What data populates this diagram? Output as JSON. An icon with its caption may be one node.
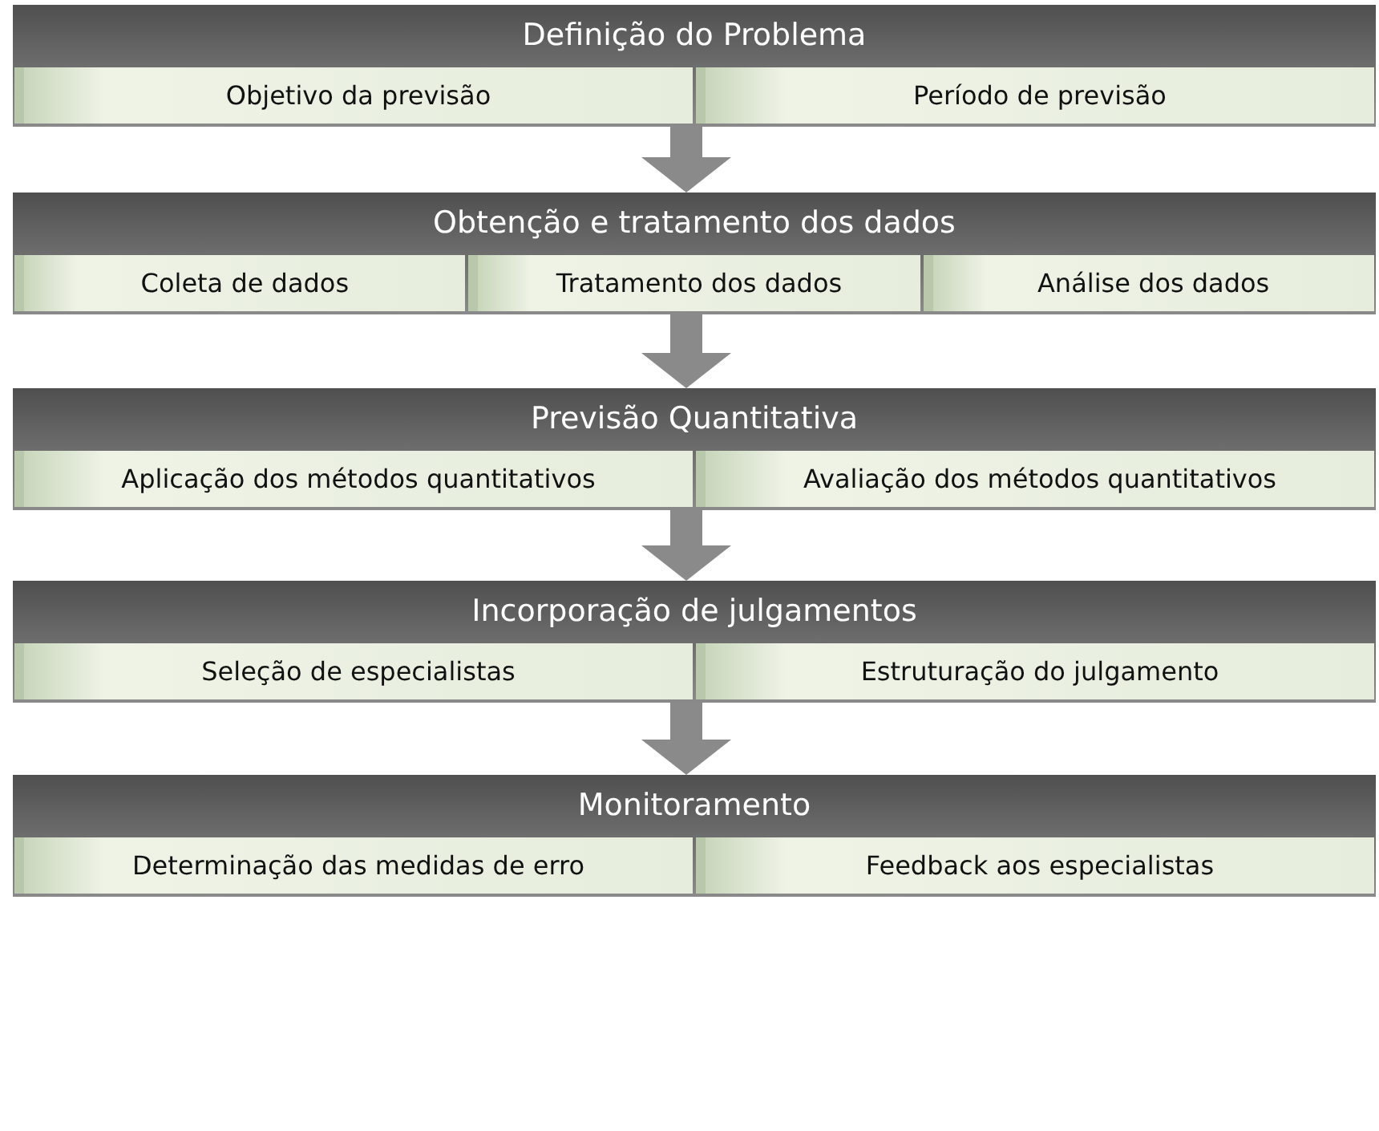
{
  "diagram": {
    "nodes": [
      {
        "text": [
          "Definição do Problema"
        ]
      },
      {
        "text": [
          "Objetivo da previsão"
        ],
        "in": 0
      },
      {
        "text": [
          "Período de previsão"
        ],
        "in": 0
      },
      {
        "text": [
          "Obtenção e tratamento dos dados"
        ]
      },
      {
        "text": [
          "Coleta de dados"
        ],
        "in": 3
      },
      {
        "text": [
          "Tratamento dos dados"
        ],
        "in": 3
      },
      {
        "text": [
          "Análise dos dados"
        ],
        "in": 3
      },
      {
        "text": [
          "Previsão Quantitativa"
        ]
      },
      {
        "text": [
          "Aplicação dos métodos quantitativos"
        ],
        "in": 7
      },
      {
        "text": [
          "Avaliação dos métodos quantitativos"
        ],
        "in": 7
      },
      {
        "text": [
          "Incorporação de julgamentos"
        ]
      },
      {
        "text": [
          "Seleção de especialistas"
        ],
        "in": 10
      },
      {
        "text": [
          "Estruturação do julgamento"
        ],
        "in": 10
      },
      {
        "text": [
          "Monitoramento"
        ]
      },
      {
        "text": [
          "Determinação das medidas de erro"
        ],
        "in": 13
      },
      {
        "text": [
          "Feedback aos especialistas"
        ],
        "in": 13
      }
    ],
    "edges": [
      {
        "from": 0,
        "to": 3,
        "arrow": "to"
      },
      {
        "from": 3,
        "to": 7,
        "arrow": "to"
      },
      {
        "from": 7,
        "to": 10,
        "arrow": "to"
      },
      {
        "from": 10,
        "to": 13,
        "arrow": "to"
      }
    ]
  }
}
